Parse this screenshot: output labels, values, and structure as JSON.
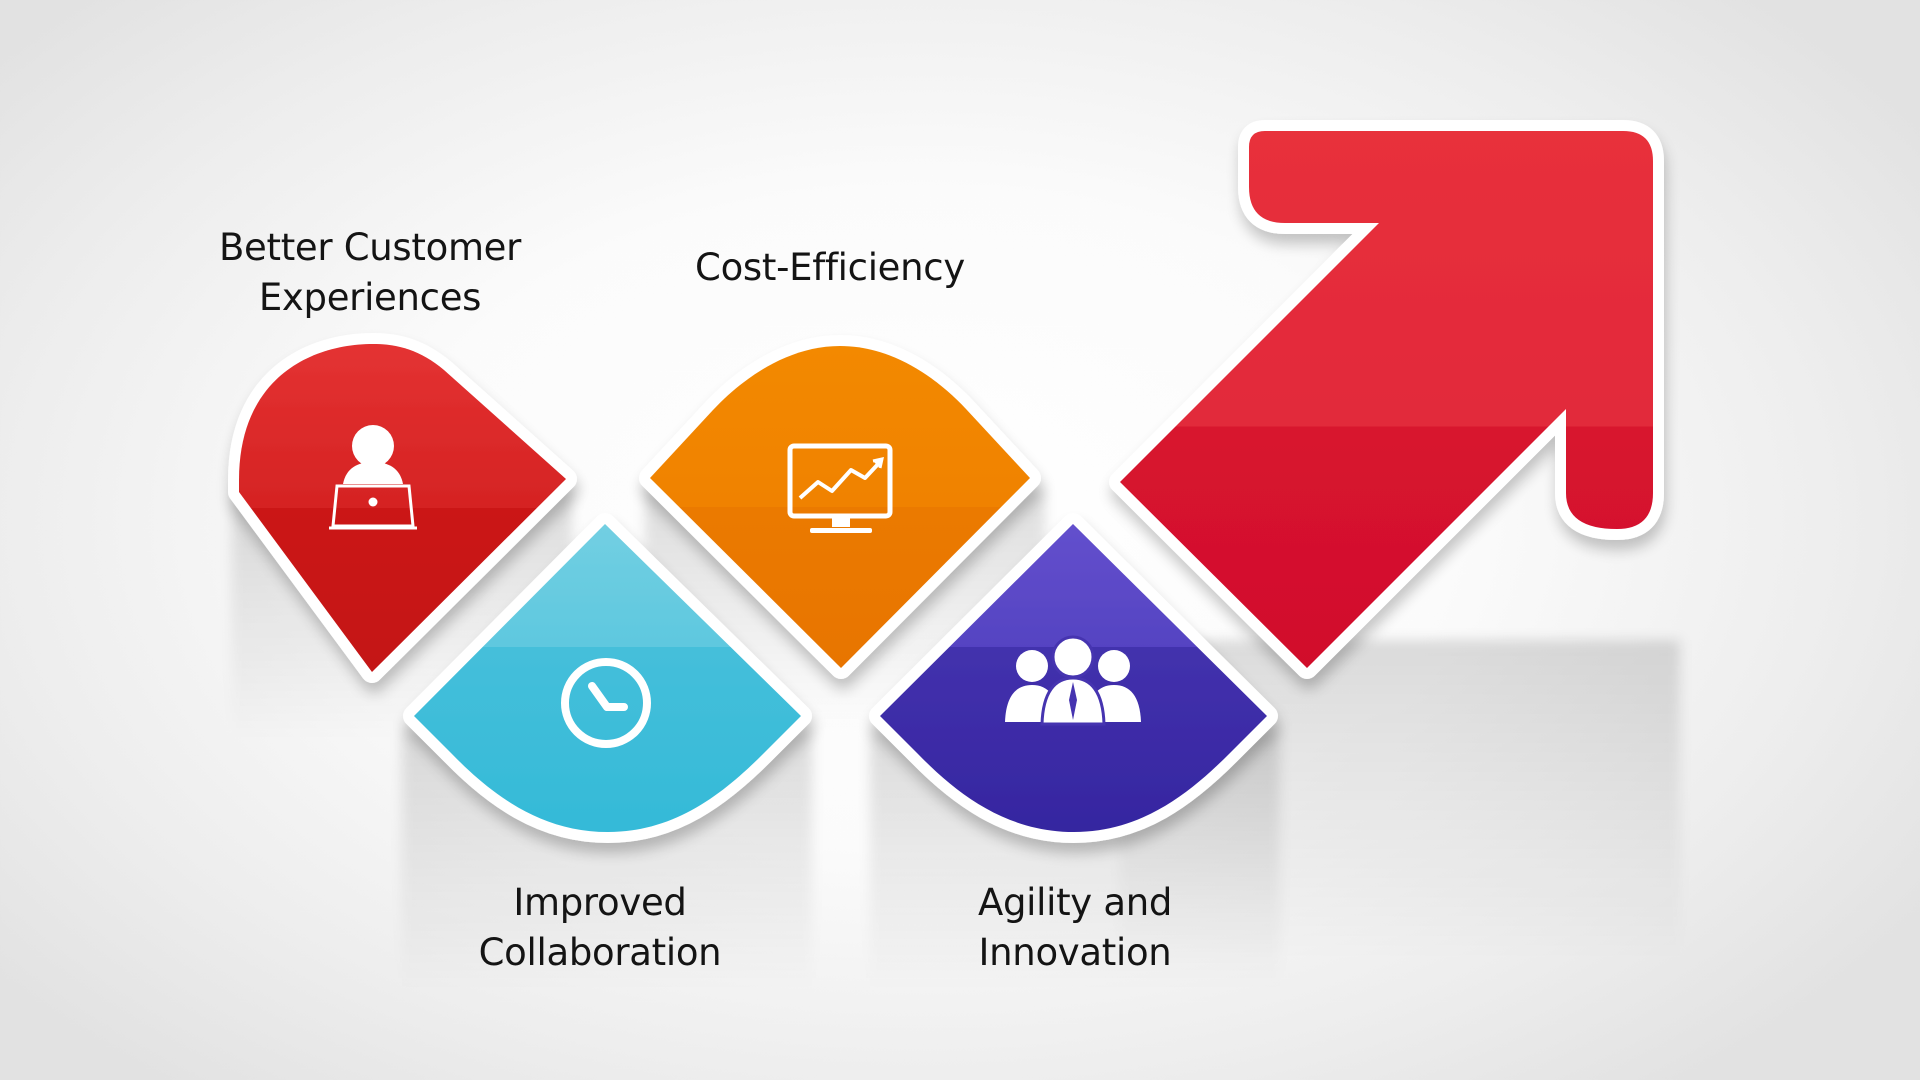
{
  "labels": {
    "better_customer_experiences": [
      "Better Customer",
      "Experiences"
    ],
    "cost_efficiency": [
      "Cost-Efficiency"
    ],
    "improved_collaboration": [
      "Improved",
      "Collaboration"
    ],
    "agility_and_innovation": [
      "Agility and",
      "Innovation"
    ]
  },
  "shapes": [
    {
      "id": "better-customer-experiences",
      "icon": "customer-laptop-icon",
      "colors": {
        "top": "#df2a2a",
        "bottom": "#c71417"
      }
    },
    {
      "id": "improved-collaboration",
      "icon": "clock-icon",
      "colors": {
        "top": "#6acbe0",
        "bottom": "#36bcd9"
      }
    },
    {
      "id": "cost-efficiency",
      "icon": "monitor-chart-icon",
      "colors": {
        "top": "#f08405",
        "bottom": "#e97805"
      }
    },
    {
      "id": "agility-and-innovation",
      "icon": "team-icon",
      "colors": {
        "top": "#5b48c6",
        "bottom": "#3a2aa3"
      }
    },
    {
      "id": "growth-arrow",
      "icon": "arrow-icon",
      "colors": {
        "top": "#e52b3a",
        "bottom": "#d6112e"
      }
    }
  ]
}
